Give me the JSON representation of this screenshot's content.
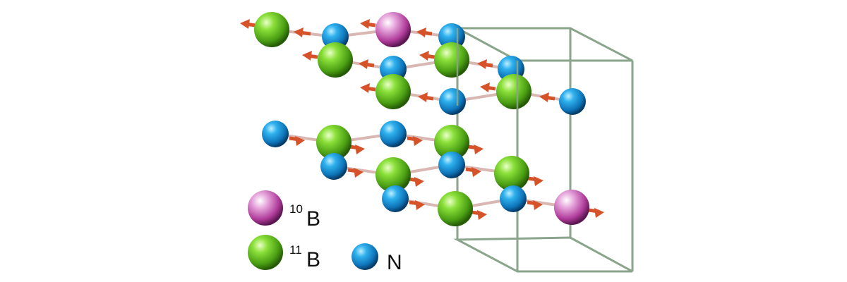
{
  "colors": {
    "boron10": "#c64fb4",
    "boron11": "#6cc520",
    "nitrogen": "#1793d6",
    "bond": "#d9b8b4",
    "arrow": "#d6532a",
    "cell": "#8aa58b"
  },
  "legend": [
    {
      "id": "b10",
      "isotope": "10",
      "symbol": "B",
      "color_key": "boron10"
    },
    {
      "id": "b11",
      "isotope": "11",
      "symbol": "B",
      "color_key": "boron11"
    },
    {
      "id": "n",
      "isotope": "",
      "symbol": "N",
      "color_key": "nitrogen"
    }
  ]
}
